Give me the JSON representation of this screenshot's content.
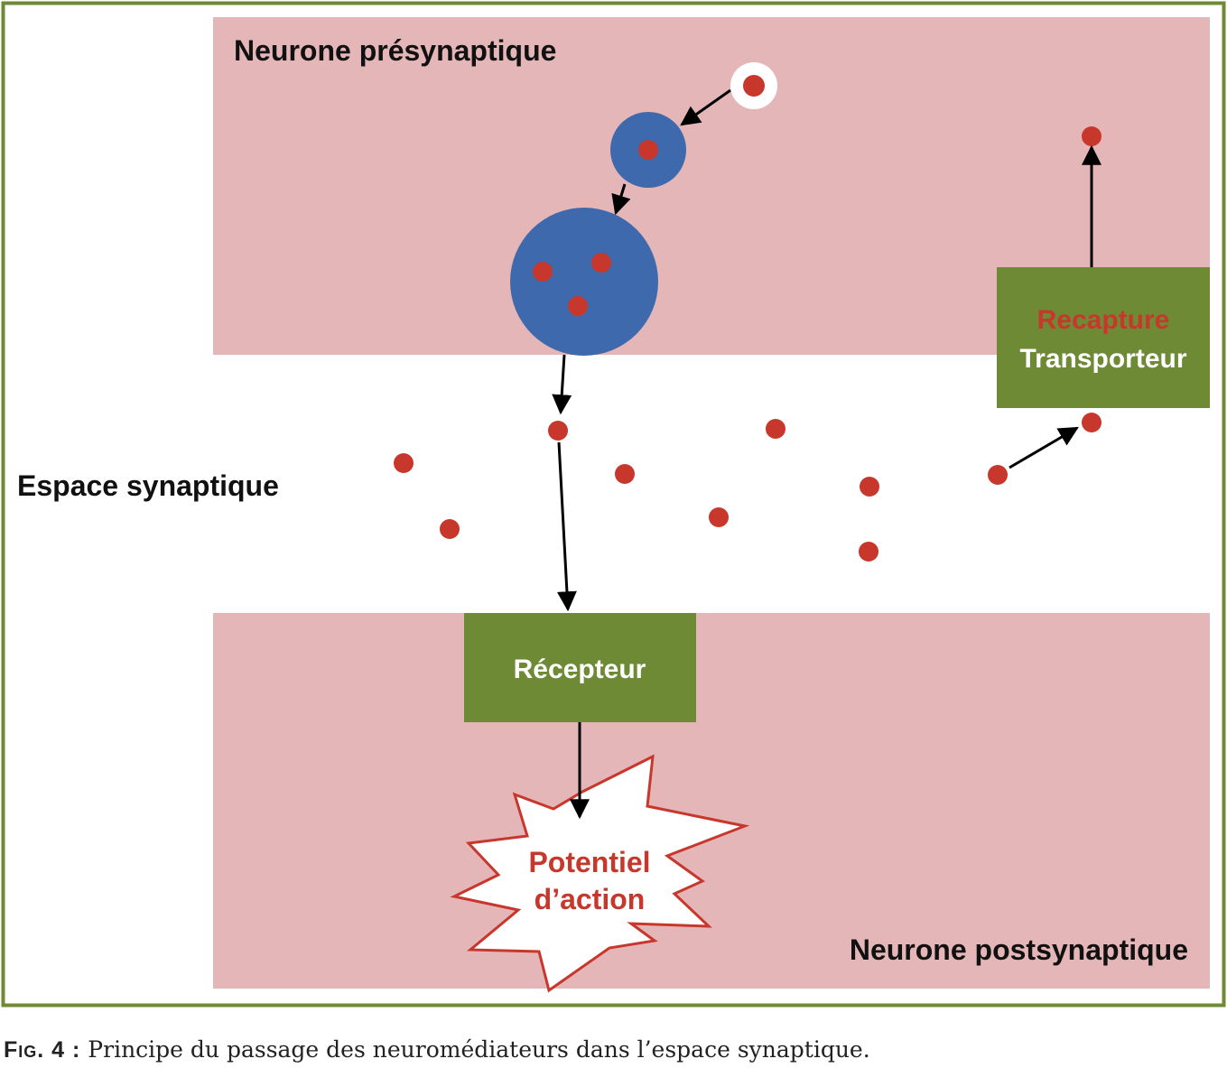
{
  "labels": {
    "presynaptic": "Neurone présynaptique",
    "synaptic_space": "Espace synaptique",
    "postsynaptic": "Neurone postsynaptique",
    "receptor": "Récepteur",
    "reuptake": "Recapture",
    "transporter": "Transporteur",
    "action_potential_line1": "Potentiel",
    "action_potential_line2": "d’action"
  },
  "caption": {
    "figure_label": "Fig. 4 :",
    "text": "Principe du passage des neuromédiateurs dans l’espace synaptique."
  },
  "colors": {
    "frame": "#6f8a35",
    "neuron_fill": "#e5b6b8",
    "vesicle": "#3e69ad",
    "molecule": "#c8372c",
    "box": "#6f8a35",
    "box_text": "#ffffff",
    "reuptake_text": "#c8372c",
    "label_text": "#111111"
  }
}
